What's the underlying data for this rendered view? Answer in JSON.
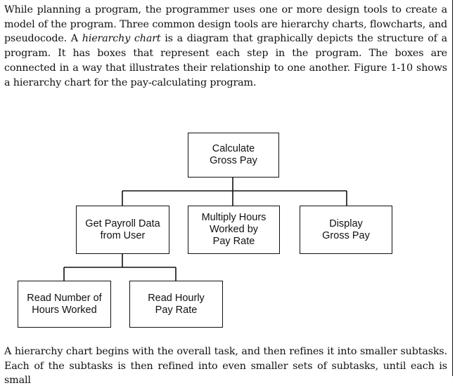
{
  "intro": {
    "before_italic": "While planning a program, the programmer uses one or more design tools to create a model of the program. Three common design tools are hierarchy charts, flowcharts, and pseudocode. A ",
    "italic": "hierarchy chart",
    "after_italic": " is a diagram that graphically depicts the structure of a program. It has boxes that represent each step in the program. The boxes are connected in a way that illustrates their relationship to one another. Figure 1-10 shows a hierarchy chart for the pay-calculating program."
  },
  "diagram": {
    "root": {
      "line1": "Calculate",
      "line2": "Gross Pay"
    },
    "level1": [
      {
        "line1": "Get Payroll Data",
        "line2": "from User"
      },
      {
        "line1": "Multiply Hours",
        "line2": "Worked by",
        "line3": "Pay Rate"
      },
      {
        "line1": "Display",
        "line2": "Gross Pay"
      }
    ],
    "level2": [
      {
        "line1": "Read Number of",
        "line2": "Hours Worked"
      },
      {
        "line1": "Read Hourly",
        "line2": "Pay Rate"
      }
    ]
  },
  "closing": "A hierarchy chart begins with the overall task, and then refines it into smaller subtasks. Each of the subtasks is then refined into even smaller sets of subtasks, until each is small"
}
